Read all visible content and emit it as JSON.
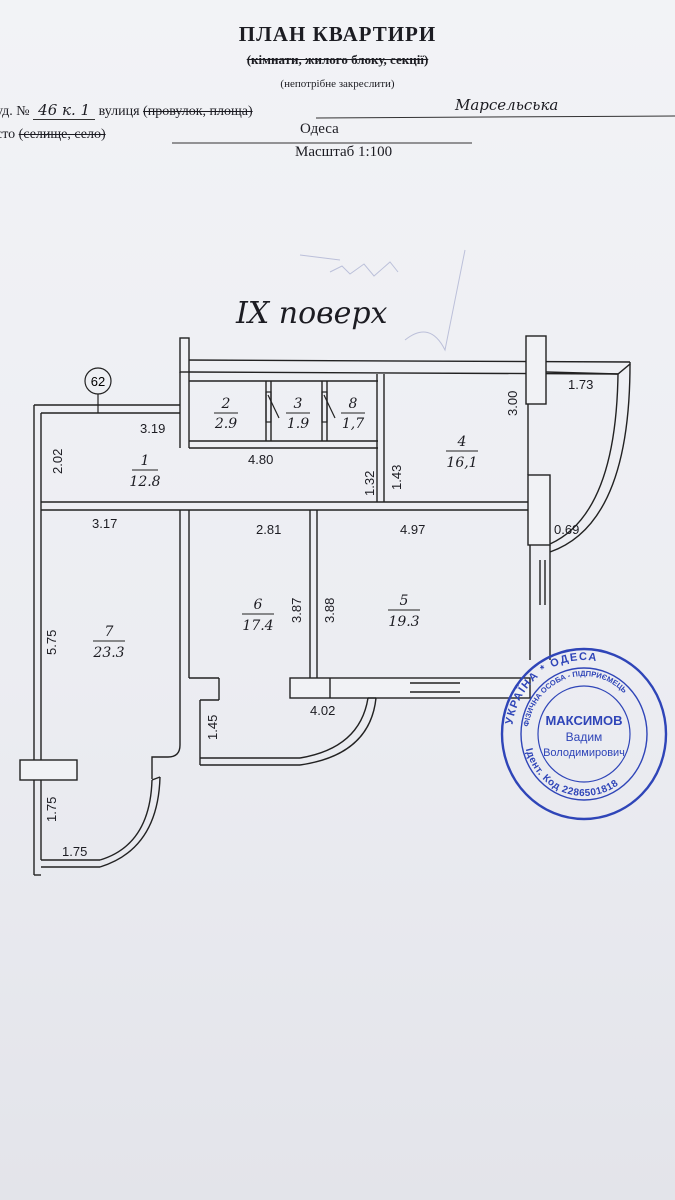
{
  "header": {
    "title": "ПЛАН КВАРТИРИ",
    "subtitle": "(кімнати, жилого блоку, секції)",
    "note": "(непотрібне закреслити)",
    "address_label_bud": "уд. №",
    "address_value_bud": "46 к. 1",
    "address_label_street": "вулиця",
    "address_label_street_struck": "(провулок, площа)",
    "street_value": "Марсельська",
    "city_label": "сто",
    "city_label_struck": "(селище, село)",
    "city_value": "Одеса",
    "scale": "Масштаб 1:100"
  },
  "plan": {
    "floor": "IX поверх",
    "marker": "62",
    "rooms": [
      {
        "num": "1",
        "area": "12.8"
      },
      {
        "num": "2",
        "area": "2.9"
      },
      {
        "num": "3",
        "area": "1.9"
      },
      {
        "num": "8",
        "area": "1,7"
      },
      {
        "num": "4",
        "area": "16,1"
      },
      {
        "num": "5",
        "area": "19.3"
      },
      {
        "num": "6",
        "area": "17.4"
      },
      {
        "num": "7",
        "area": "23.3"
      }
    ],
    "dims": [
      "3.19",
      "2.02",
      "4.80",
      "1.32",
      "1.43",
      "3.00",
      "1.73",
      "0.69",
      "3.17",
      "2.81",
      "4.97",
      "3.87",
      "3.88",
      "5.75",
      "1.45",
      "4.02",
      "1.75",
      "1.75"
    ]
  },
  "stamp": {
    "outer_top": "УКРАЇНА * ОДЕСА",
    "ring_inner": "ФІЗИЧНА ОСОБА - ПІДПРИЄМЕЦЬ",
    "ring_bottom": "Ідент. Код 2286501818",
    "name1": "МАКСИМОВ",
    "name2": "Вадим",
    "name3": "Володимирович",
    "color": "#2f45b8"
  }
}
